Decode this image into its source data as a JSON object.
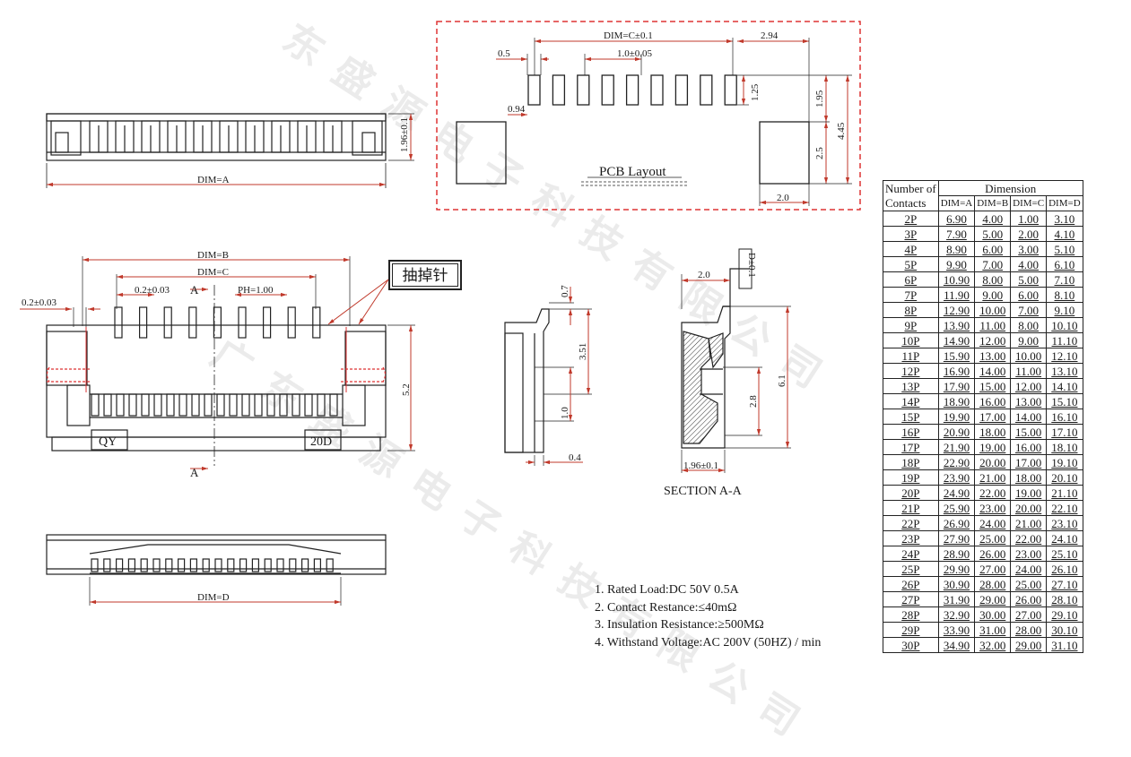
{
  "watermark": "东盛源电子科技有限公司",
  "watermark2": "广东盛源电子科技有限公司",
  "front_view": {
    "height_dim": "1.96±0.1",
    "width_dim": "DIM=A"
  },
  "pcb_layout": {
    "title": "PCB Layout",
    "dims": {
      "c": "DIM=C±0.1",
      "w294": "2.94",
      "w05": "0.5",
      "pitch": "1.0±0.05",
      "h125": "1.25",
      "h195": "1.95",
      "h445": "4.45",
      "w094": "0.94",
      "h25": "2.5",
      "w20": "2.0"
    }
  },
  "top_view": {
    "dims": {
      "b": "DIM=B",
      "c": "DIM=C",
      "w02": "0.2±0.03",
      "w0203": "0.2±0.03",
      "pitch": "PH=1.00",
      "h52": "5.2"
    },
    "section_mark": "A",
    "label_left": "QY",
    "label_right": "20D",
    "callout": "抽掉针"
  },
  "side_view": {
    "dims": {
      "h07": "0.7",
      "h351": "3.51",
      "h10": "1.0",
      "w04": "0.4"
    }
  },
  "section_view": {
    "title": "SECTION  A-A",
    "dims": {
      "w20": "2.0",
      "d": "D±0.1",
      "h61": "6.1",
      "h28": "2.8",
      "w196": "1.96±0.1"
    }
  },
  "bottom_view": {
    "width_dim": "DIM=D"
  },
  "notes": [
    "1. Rated Load:DC  50V  0.5A",
    "2. Contact  Restance:≤40mΩ",
    "3. Insulation  Resistance:≥500MΩ",
    "4. Withstand  Voltage:AC 200V (50HZ) / min"
  ],
  "table": {
    "header_contacts_1": "Number of",
    "header_contacts_2": "Contacts",
    "header_dimension": "Dimension",
    "columns": [
      "DIM=A",
      "DIM=B",
      "DIM=C",
      "DIM=D"
    ],
    "rows": [
      [
        "2P",
        "6.90",
        "4.00",
        "1.00",
        "3.10"
      ],
      [
        "3P",
        "7.90",
        "5.00",
        "2.00",
        "4.10"
      ],
      [
        "4P",
        "8.90",
        "6.00",
        "3.00",
        "5.10"
      ],
      [
        "5P",
        "9.90",
        "7.00",
        "4.00",
        "6.10"
      ],
      [
        "6P",
        "10.90",
        "8.00",
        "5.00",
        "7.10"
      ],
      [
        "7P",
        "11.90",
        "9.00",
        "6.00",
        "8.10"
      ],
      [
        "8P",
        "12.90",
        "10.00",
        "7.00",
        "9.10"
      ],
      [
        "9P",
        "13.90",
        "11.00",
        "8.00",
        "10.10"
      ],
      [
        "10P",
        "14.90",
        "12.00",
        "9.00",
        "11.10"
      ],
      [
        "11P",
        "15.90",
        "13.00",
        "10.00",
        "12.10"
      ],
      [
        "12P",
        "16.90",
        "14.00",
        "11.00",
        "13.10"
      ],
      [
        "13P",
        "17.90",
        "15.00",
        "12.00",
        "14.10"
      ],
      [
        "14P",
        "18.90",
        "16.00",
        "13.00",
        "15.10"
      ],
      [
        "15P",
        "19.90",
        "17.00",
        "14.00",
        "16.10"
      ],
      [
        "16P",
        "20.90",
        "18.00",
        "15.00",
        "17.10"
      ],
      [
        "17P",
        "21.90",
        "19.00",
        "16.00",
        "18.10"
      ],
      [
        "18P",
        "22.90",
        "20.00",
        "17.00",
        "19.10"
      ],
      [
        "19P",
        "23.90",
        "21.00",
        "18.00",
        "20.10"
      ],
      [
        "20P",
        "24.90",
        "22.00",
        "19.00",
        "21.10"
      ],
      [
        "21P",
        "25.90",
        "23.00",
        "20.00",
        "22.10"
      ],
      [
        "22P",
        "26.90",
        "24.00",
        "21.00",
        "23.10"
      ],
      [
        "23P",
        "27.90",
        "25.00",
        "22.00",
        "24.10"
      ],
      [
        "24P",
        "28.90",
        "26.00",
        "23.00",
        "25.10"
      ],
      [
        "25P",
        "29.90",
        "27.00",
        "24.00",
        "26.10"
      ],
      [
        "26P",
        "30.90",
        "28.00",
        "25.00",
        "27.10"
      ],
      [
        "27P",
        "31.90",
        "29.00",
        "26.00",
        "28.10"
      ],
      [
        "28P",
        "32.90",
        "30.00",
        "27.00",
        "29.10"
      ],
      [
        "29P",
        "33.90",
        "31.00",
        "28.00",
        "30.10"
      ],
      [
        "30P",
        "34.90",
        "32.00",
        "29.00",
        "31.10"
      ]
    ]
  }
}
